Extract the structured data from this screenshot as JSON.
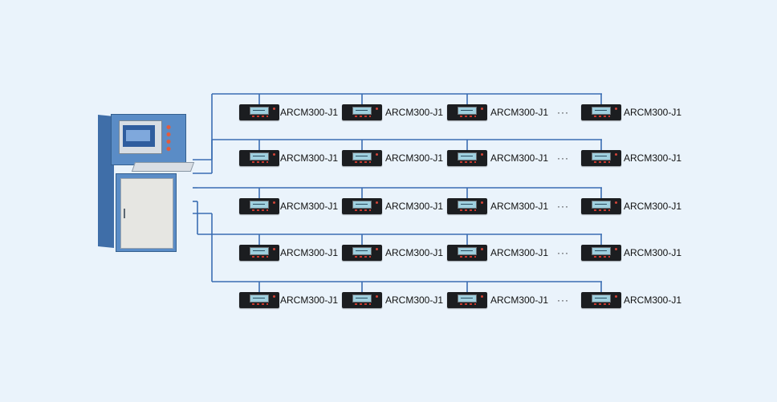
{
  "device_label": "ARCM300-J1",
  "ellipsis": "···",
  "bus_color": "#3a6db3",
  "icons": {
    "controller": "control-cabinet-icon",
    "meter": "meter-device-icon"
  },
  "rows": [
    {
      "devices": [
        "ARCM300-J1",
        "ARCM300-J1",
        "ARCM300-J1",
        "ARCM300-J1"
      ]
    },
    {
      "devices": [
        "ARCM300-J1",
        "ARCM300-J1",
        "ARCM300-J1",
        "ARCM300-J1"
      ]
    },
    {
      "devices": [
        "ARCM300-J1",
        "ARCM300-J1",
        "ARCM300-J1",
        "ARCM300-J1"
      ]
    },
    {
      "devices": [
        "ARCM300-J1",
        "ARCM300-J1",
        "ARCM300-J1",
        "ARCM300-J1"
      ]
    },
    {
      "devices": [
        "ARCM300-J1",
        "ARCM300-J1",
        "ARCM300-J1",
        "ARCM300-J1"
      ]
    }
  ]
}
